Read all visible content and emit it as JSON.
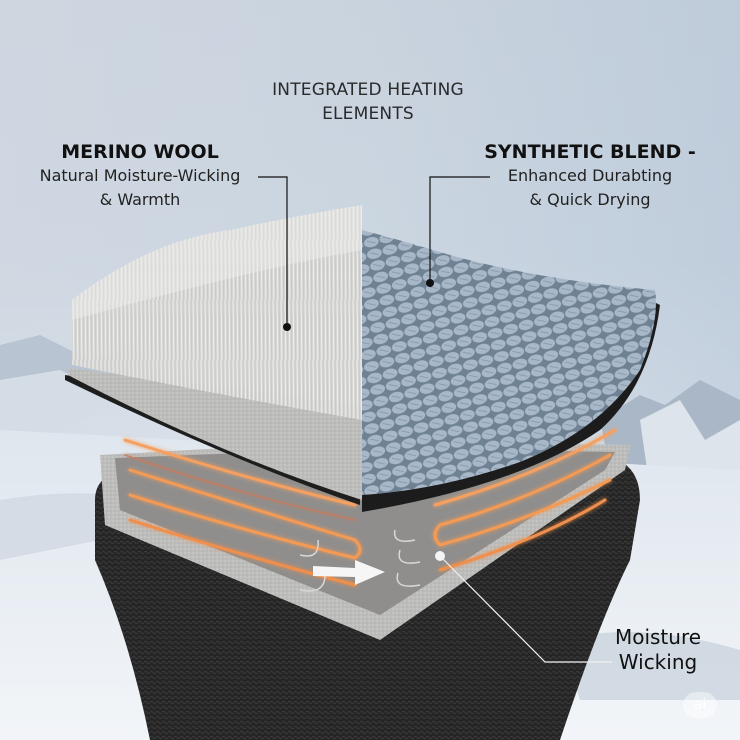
{
  "image": {
    "description": "Cross-section illustration of a heated sock showing merino wool and synthetic blend layers with integrated heating elements, set against a snowy mountain backdrop",
    "labels": {
      "heating_elements": {
        "line1": "INTEGRATED HEATING",
        "line2": "ELEMENTS"
      },
      "merino_wool": {
        "heading": "MERINO WOOL",
        "line1": "Natural Moisture-Wicking",
        "line2": "& Warmth"
      },
      "synthetic_blend": {
        "heading": "SYNTHETIC BLEND -",
        "line1": "Enhanced Durabting",
        "line2": "& Quick Drying"
      },
      "moisture_wicking": {
        "line1": "Moisture",
        "line2": "Wicking"
      }
    },
    "watermark": "ai",
    "colors": {
      "sky": "#c9d3de",
      "snow": "#e6ecf2",
      "mountain_shadow": "#a9b6c6",
      "wool_fibers": "#e4e4e2",
      "wool_base": "#b9b9b7",
      "synthetic_knit": "#9fb0c2",
      "synthetic_backing": "#222222",
      "heating_glow": "#f59a55",
      "heating_base": "#c5836a",
      "foam_layer": "#bdbdbc",
      "sock_knit": "#262626",
      "leader_line": "#111111"
    }
  }
}
